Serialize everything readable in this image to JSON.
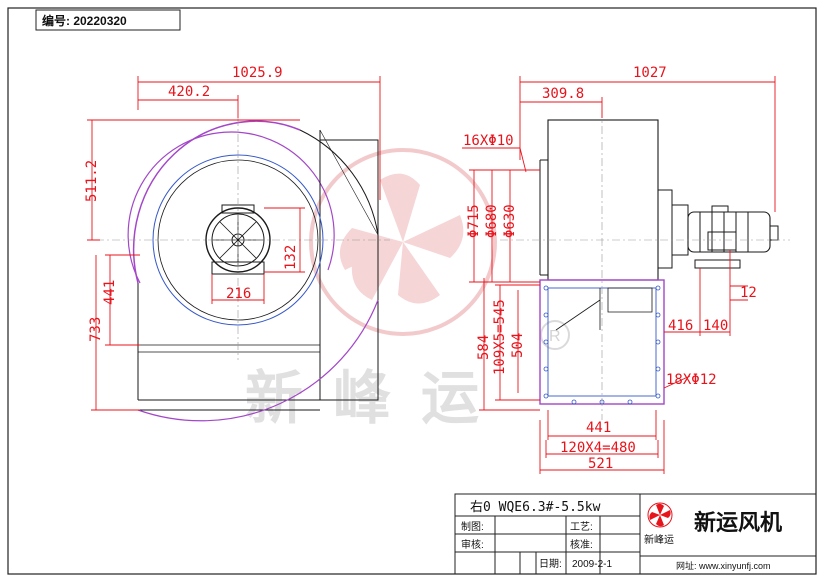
{
  "header": {
    "drawing_no": "编号: 20220320"
  },
  "dimensions": {
    "left_total_width": "1025.9",
    "left_center_offset": "420.2",
    "left_outlet_height": "511.2",
    "left_441": "441",
    "left_733": "733",
    "motor_132": "132",
    "motor_216": "216",
    "right_total_width": "1027",
    "right_309": "309.8",
    "holes_16": "16XΦ10",
    "dia_715": "Φ715",
    "dia_680": "Φ680",
    "dia_630": "Φ630",
    "outlet_584": "584",
    "outlet_109": "109X5=545",
    "outlet_504": "504",
    "dim_416": "416",
    "dim_140": "140",
    "dim_12": "12",
    "holes_18": "18XΦ12",
    "bottom_441": "441",
    "bottom_120": "120X4=480",
    "bottom_521": "521"
  },
  "watermark": {
    "text": "新峰运",
    "registered": "R"
  },
  "title_block": {
    "model": "右0 WQE6.3#-5.5kw",
    "draw_label": "制图:",
    "check_label": "审核:",
    "process_label": "工艺:",
    "approve_label": "核准:",
    "date_label": "日期:",
    "date_value": "2009-2-1",
    "logo_text": "新峰运",
    "company": "新运风机",
    "website": "网址: www.xinyunfj.com"
  },
  "colors": {
    "dimension": "#e8141c",
    "outline": "#1a1a1a",
    "purple": "#a347c8",
    "blue": "#3558c8"
  }
}
